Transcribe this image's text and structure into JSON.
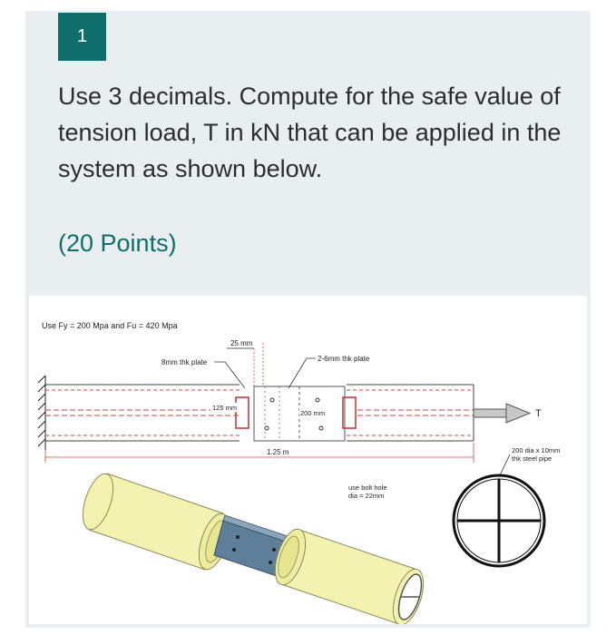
{
  "question": {
    "number": "1",
    "text": "Use 3 decimals. Compute for the safe value of tension load, T in kN that can be applied in the system as shown below.",
    "points": "(20 Points)"
  },
  "figure": {
    "given": "Use Fy = 200 Mpa and Fu = 420 Mpa",
    "label_25mm": "25 mm",
    "label_plate8": "8mm thk plate",
    "label_plate6": "2-6mm thk plate",
    "label_125mm": "125 mm",
    "label_200mm": "200 mm",
    "label_T": "T",
    "label_length": "1.25 m",
    "label_pipe_line1": "200 dia x 10mm",
    "label_pipe_line2": "thk steel pipe",
    "label_bolt_line1": "use bolt hole",
    "label_bolt_line2": "dia = 22mm"
  },
  "colors": {
    "accent": "#0f6e6c",
    "card_bg": "#e9eff0",
    "pipe_fill": "#f4f2b0",
    "plate_fill": "#5e7f9a",
    "red_line": "#d64040"
  }
}
